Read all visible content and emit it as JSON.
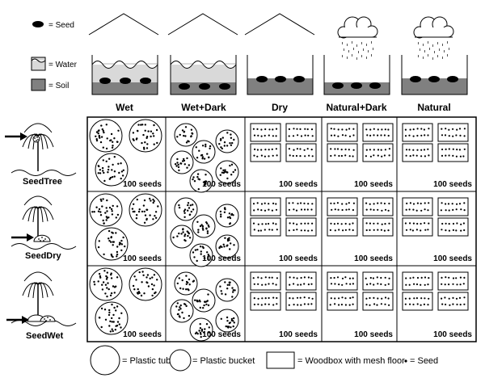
{
  "legend_top": [
    {
      "key": "seed",
      "label": "= Seed"
    },
    {
      "key": "water",
      "label": "= Water"
    },
    {
      "key": "soil",
      "label": "= Soil"
    }
  ],
  "conditions": [
    {
      "key": "wet",
      "label": "Wet",
      "water": true,
      "dark": false,
      "rain": false
    },
    {
      "key": "wet-dark",
      "label": "Wet+Dark",
      "water": true,
      "dark": true,
      "rain": false
    },
    {
      "key": "dry",
      "label": "Dry",
      "water": false,
      "dark": true,
      "rain": false
    },
    {
      "key": "natural-dark",
      "label": "Natural+Dark",
      "water": false,
      "dark": false,
      "rain": true
    },
    {
      "key": "natural",
      "label": "Natural",
      "water": false,
      "dark": false,
      "rain": true
    }
  ],
  "rows": [
    {
      "key": "seed-tree",
      "label": "SeedTree"
    },
    {
      "key": "seed-dry",
      "label": "SeedDry"
    },
    {
      "key": "seed-wet",
      "label": "SeedWet"
    }
  ],
  "cell_count_label": "100 seeds",
  "legend_bottom": [
    {
      "key": "plastic-tub",
      "label": "= Plastic tub"
    },
    {
      "key": "plastic-bucket",
      "label": "= Plastic bucket"
    },
    {
      "key": "woodbox",
      "label": "= Woodbox with mesh floor"
    },
    {
      "key": "seed-dot",
      "label": "= Seed"
    }
  ]
}
